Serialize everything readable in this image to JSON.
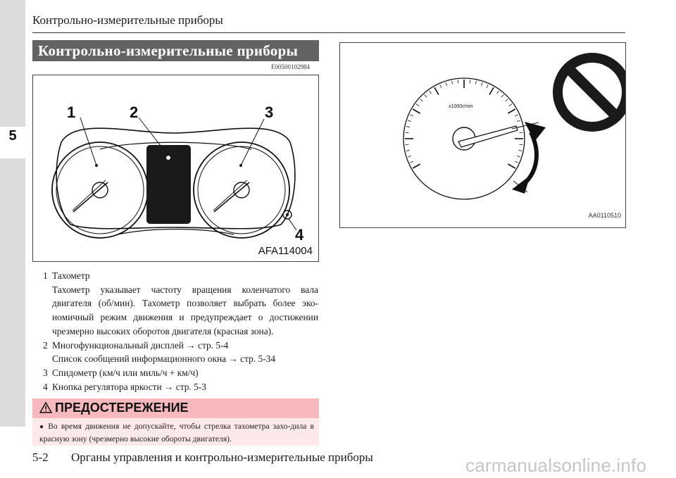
{
  "header": {
    "running_title": "Контрольно-измерительные приборы",
    "chapter_tab": "5"
  },
  "section": {
    "title": "Контрольно-измерительные приборы",
    "code": "E00500102984"
  },
  "figure1": {
    "callouts": [
      "1",
      "2",
      "3",
      "4"
    ],
    "code": "AFA114004"
  },
  "figure2": {
    "dial_unit": "x1000r/min",
    "code": "AA0110510"
  },
  "items": [
    {
      "num": "1",
      "title": "Тахометр",
      "desc": "Тахометр указывает частоту вращения коленчатого вала двигателя (об/мин). Тахометр позволяет выбрать более эко-номичный режим движения и предупреждает о достижении чрезмерно высоких оборотов двигателя (красная зона)."
    },
    {
      "num": "2",
      "title": "Многофункциональный дисплей → стр. 5-4",
      "desc": "Список сообщений информационного окна → стр. 5-34"
    },
    {
      "num": "3",
      "title": "Спидометр (км/ч или миль/ч + км/ч)"
    },
    {
      "num": "4",
      "title": "Кнопка регулятора яркости → стр. 5-3"
    }
  ],
  "warning": {
    "title": "ПРЕДОСТЕРЕЖЕНИЕ",
    "text": "Во время движения не допускайте, чтобы стрелка тахометра захо-дила в красную зону (чрезмерно высокие обороты двигателя)."
  },
  "footer": {
    "page": "5-2",
    "title": "Органы управления и контрольно-измерительные приборы",
    "watermark": "carmanualsonline.info"
  }
}
